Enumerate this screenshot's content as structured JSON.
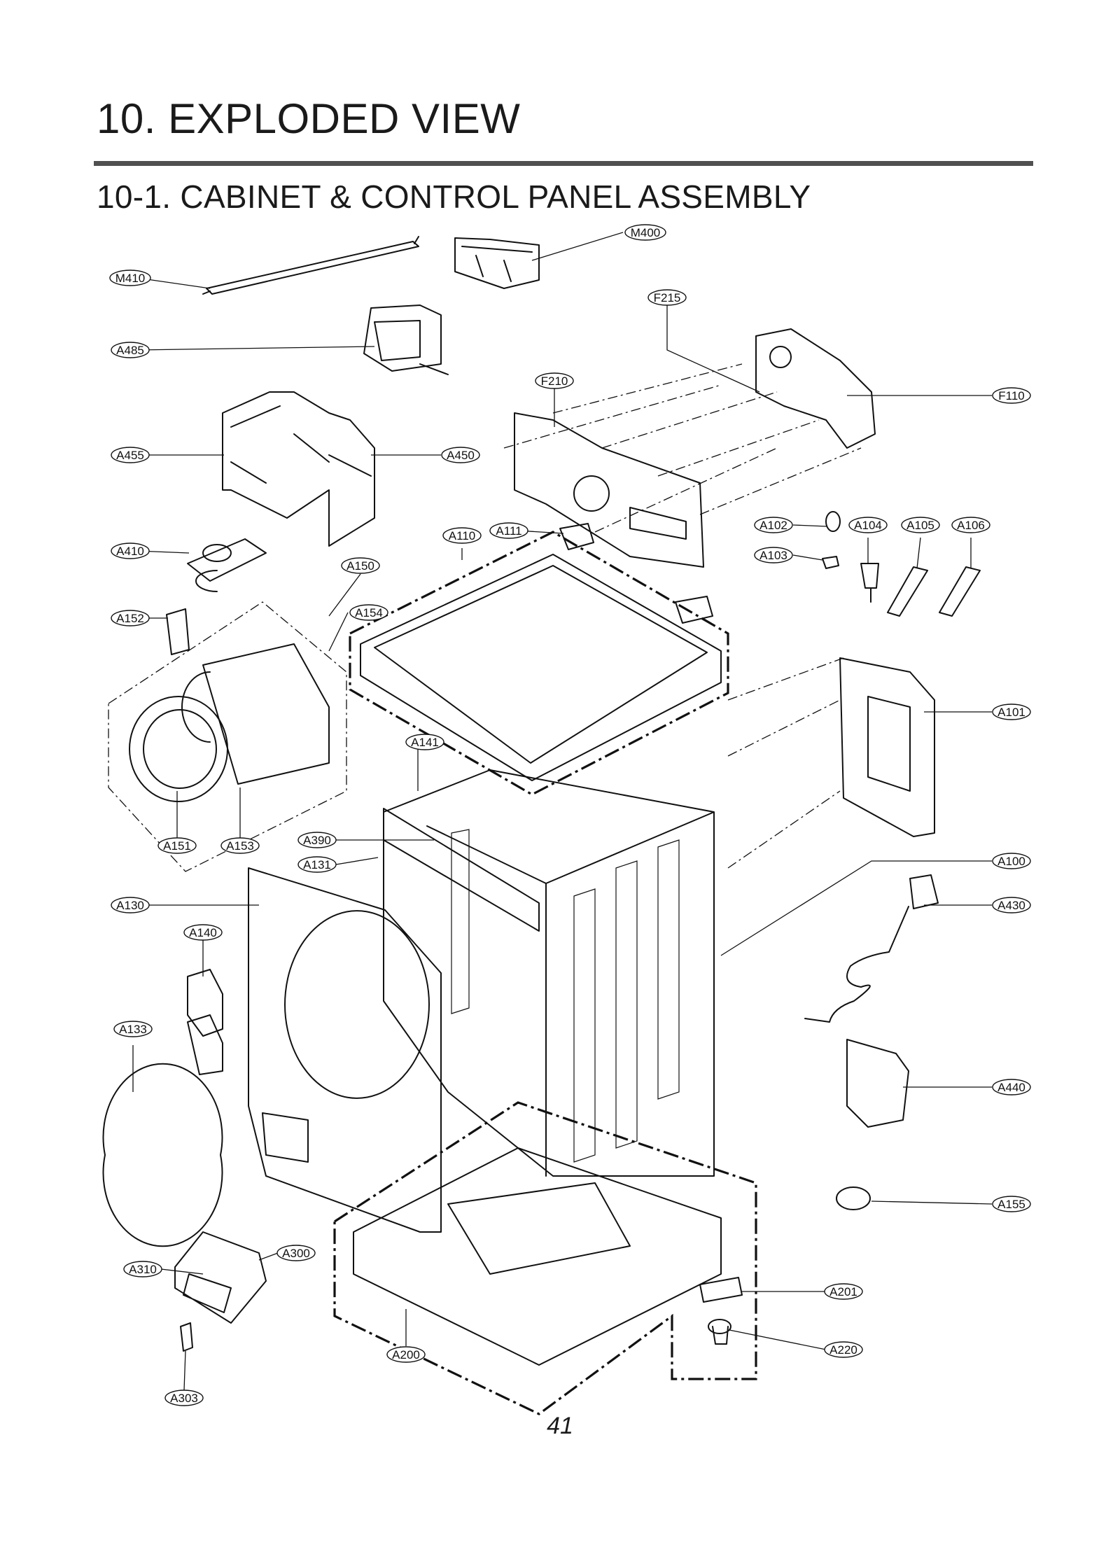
{
  "page": {
    "title": "10. EXPLODED VIEW",
    "section_title": "10-1. CABINET  & CONTROL PANEL ASSEMBLY",
    "page_number": "41"
  },
  "diagram": {
    "callouts": [
      {
        "id": "M410"
      },
      {
        "id": "M400"
      },
      {
        "id": "F215"
      },
      {
        "id": "A485"
      },
      {
        "id": "F210"
      },
      {
        "id": "F110"
      },
      {
        "id": "A455"
      },
      {
        "id": "A450"
      },
      {
        "id": "A102"
      },
      {
        "id": "A104"
      },
      {
        "id": "A105"
      },
      {
        "id": "A106"
      },
      {
        "id": "A103"
      },
      {
        "id": "A410"
      },
      {
        "id": "A110"
      },
      {
        "id": "A111"
      },
      {
        "id": "A150"
      },
      {
        "id": "A152"
      },
      {
        "id": "A154"
      },
      {
        "id": "A101"
      },
      {
        "id": "A141"
      },
      {
        "id": "A390"
      },
      {
        "id": "A151"
      },
      {
        "id": "A153"
      },
      {
        "id": "A131"
      },
      {
        "id": "A100"
      },
      {
        "id": "A130"
      },
      {
        "id": "A430"
      },
      {
        "id": "A140"
      },
      {
        "id": "A133"
      },
      {
        "id": "A440"
      },
      {
        "id": "A155"
      },
      {
        "id": "A300"
      },
      {
        "id": "A310"
      },
      {
        "id": "A201"
      },
      {
        "id": "A220"
      },
      {
        "id": "A200"
      },
      {
        "id": "A303"
      }
    ]
  }
}
